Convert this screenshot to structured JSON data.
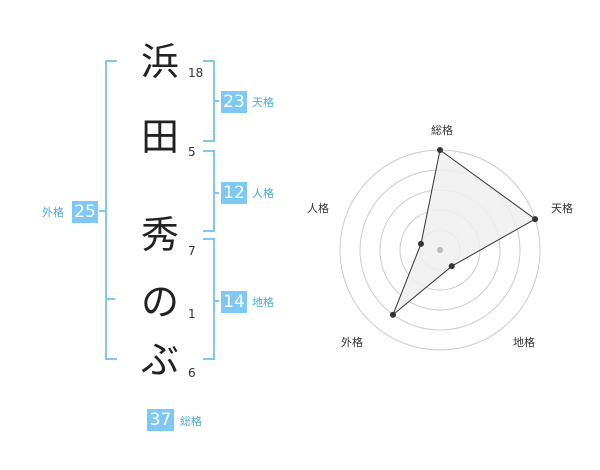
{
  "name": {
    "chars": [
      "浜",
      "田",
      "秀",
      "の",
      "ぶ"
    ],
    "strokes": [
      "18",
      "5",
      "7",
      "1",
      "6"
    ]
  },
  "scores": {
    "tenkaku": {
      "label": "天格",
      "value": "23"
    },
    "jinkaku": {
      "label": "人格",
      "value": "12"
    },
    "chikaku": {
      "label": "地格",
      "value": "14"
    },
    "gaikaku": {
      "label": "外格",
      "value": "25"
    },
    "soukaku": {
      "label": "総格",
      "value": "37"
    }
  },
  "radar": {
    "axes": [
      "総格",
      "天格",
      "地格",
      "外格",
      "人格"
    ],
    "levels": 5,
    "values": [
      5,
      5,
      1,
      4,
      1
    ],
    "colors": {
      "ring": "#cccccc",
      "fill": "#eeeeee",
      "line": "#333333",
      "point": "#333333",
      "center": "#bbbbbb"
    }
  },
  "colors": {
    "accent": "#7ec8f5",
    "accent_text": "#4aa8e8"
  }
}
